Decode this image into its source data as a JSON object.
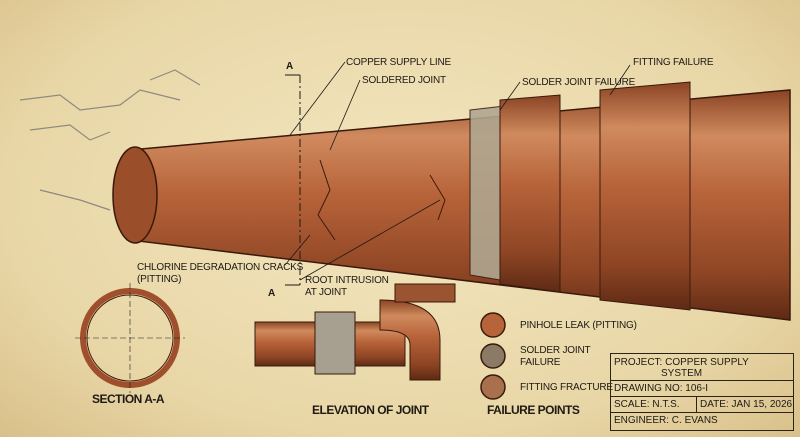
{
  "labels": {
    "copper_supply_line": "COPPER SUPPLY LINE",
    "soldered_joint": "SOLDERED JOINT",
    "solder_joint_failure": "SOLDER JOINT FAILURE",
    "fitting_failure": "FITTING FAILURE",
    "chlorine_cracks": "CHLORINE DEGRADATION CRACKS",
    "chlorine_cracks_sub": "(PITTING)",
    "root_intrusion": "ROOT INTRUSION",
    "root_intrusion_sub": "AT JOINT",
    "section_mark_top": "A",
    "section_mark_bottom": "A"
  },
  "captions": {
    "section": "SECTION A-A",
    "elevation": "ELEVATION OF JOINT",
    "failure_points": "FAILURE POINTS"
  },
  "legend": [
    {
      "label": "PINHOLE LEAK (PITTING)"
    },
    {
      "label": "SOLDER JOINT",
      "label2": "FAILURE"
    },
    {
      "label": "FITTING FRACTURE"
    }
  ],
  "title_block": {
    "project": "PROJECT: COPPER SUPPLY",
    "project2": "SYSTEM",
    "drawing_no": "DRAWING NO: 106-I",
    "scale": "SCALE: N.T.S.",
    "date": "DATE: JAN 15, 2026",
    "engineer": "ENGINEER: C. EVANS"
  },
  "colors": {
    "copper": "#b5643a",
    "copper_dark": "#7a3a1e",
    "paper": "#ecdcb0",
    "ink": "#1e1a14"
  }
}
